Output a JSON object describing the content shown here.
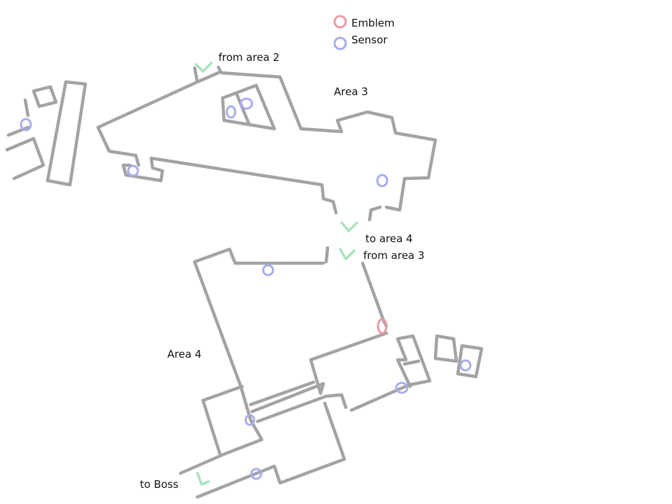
{
  "legend": {
    "emblem": {
      "label": "Emblem",
      "color": "#ea9aa3"
    },
    "sensor": {
      "label": "Sensor",
      "color": "#a8acec"
    }
  },
  "labels": {
    "from_area_2": "from area 2",
    "area_3": "Area 3",
    "to_area_4": "to area 4",
    "from_area_3": "from area 3",
    "area_4": "Area 4",
    "to_boss": "to Boss"
  },
  "colors": {
    "wall": "#a3a3a3",
    "exit_arrow": "#a9e2bf"
  }
}
